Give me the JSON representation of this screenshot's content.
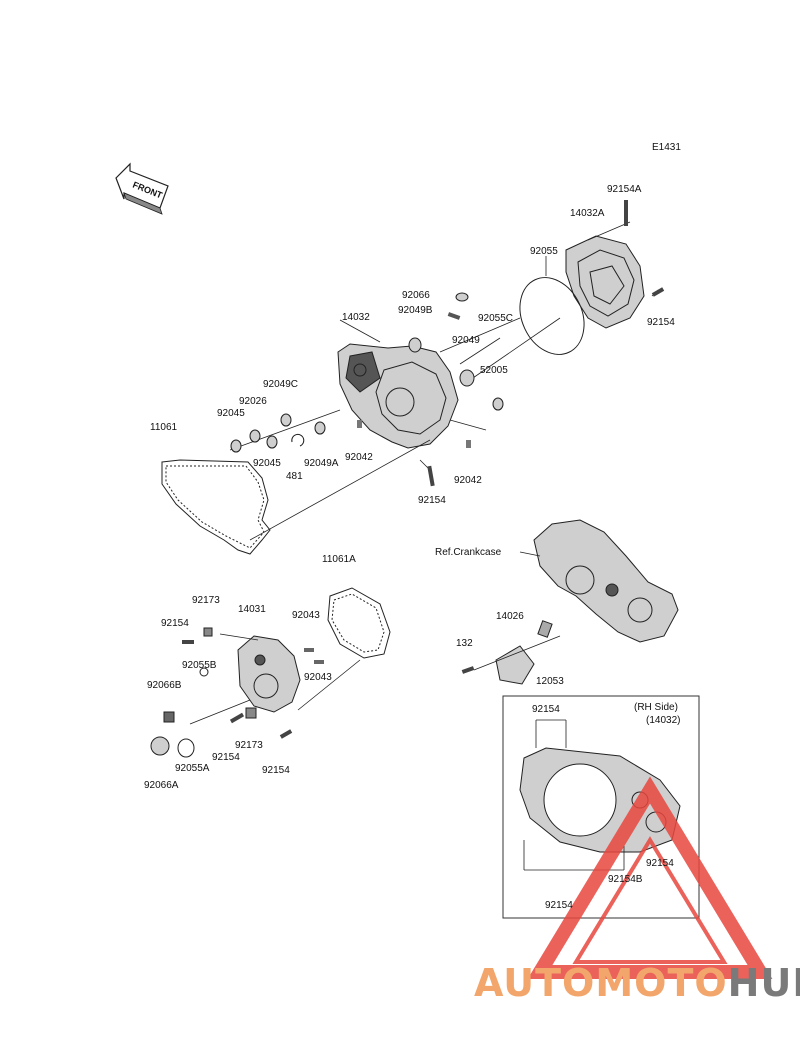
{
  "diagram_code": "E1431",
  "front_label": "FRONT",
  "labels": {
    "p92154A": "92154A",
    "p14032A": "14032A",
    "p92055": "92055",
    "p92154_top": "92154",
    "p92066": "92066",
    "p92049B": "92049B",
    "p92055C": "92055C",
    "p14032": "14032",
    "p92049": "92049",
    "p52005": "52005",
    "p92049C": "92049C",
    "p92026": "92026",
    "p92045a": "92045",
    "p92045b": "92045",
    "p481": "481",
    "p92049A": "92049A",
    "p92042a": "92042",
    "p92042b": "92042",
    "p92154_mid": "92154",
    "p11061": "11061",
    "p11061A": "11061A",
    "p92173a": "92173",
    "p14031": "14031",
    "p92043a": "92043",
    "p92043b": "92043",
    "p92154_l1": "92154",
    "p92055B": "92055B",
    "p92066B": "92066B",
    "p92154_l2": "92154",
    "p92173b": "92173",
    "p92154_l3": "92154",
    "p92055A": "92055A",
    "p92066A": "92066A",
    "ref_crankcase": "Ref.Crankcase",
    "p14026": "14026",
    "p132": "132",
    "p12053": "12053",
    "rh_side": "(RH Side)",
    "rh_part": "(14032)",
    "inset_92154_top": "92154",
    "inset_92154_right": "92154",
    "inset_92154B": "92154B",
    "inset_92154_bottom": "92154"
  },
  "watermark": {
    "part1": "AUTOMOTO",
    "part2": "HUB",
    "color1": "#f2a66b",
    "color2": "#7a7a7a",
    "triangle_color": "#e8473f"
  }
}
